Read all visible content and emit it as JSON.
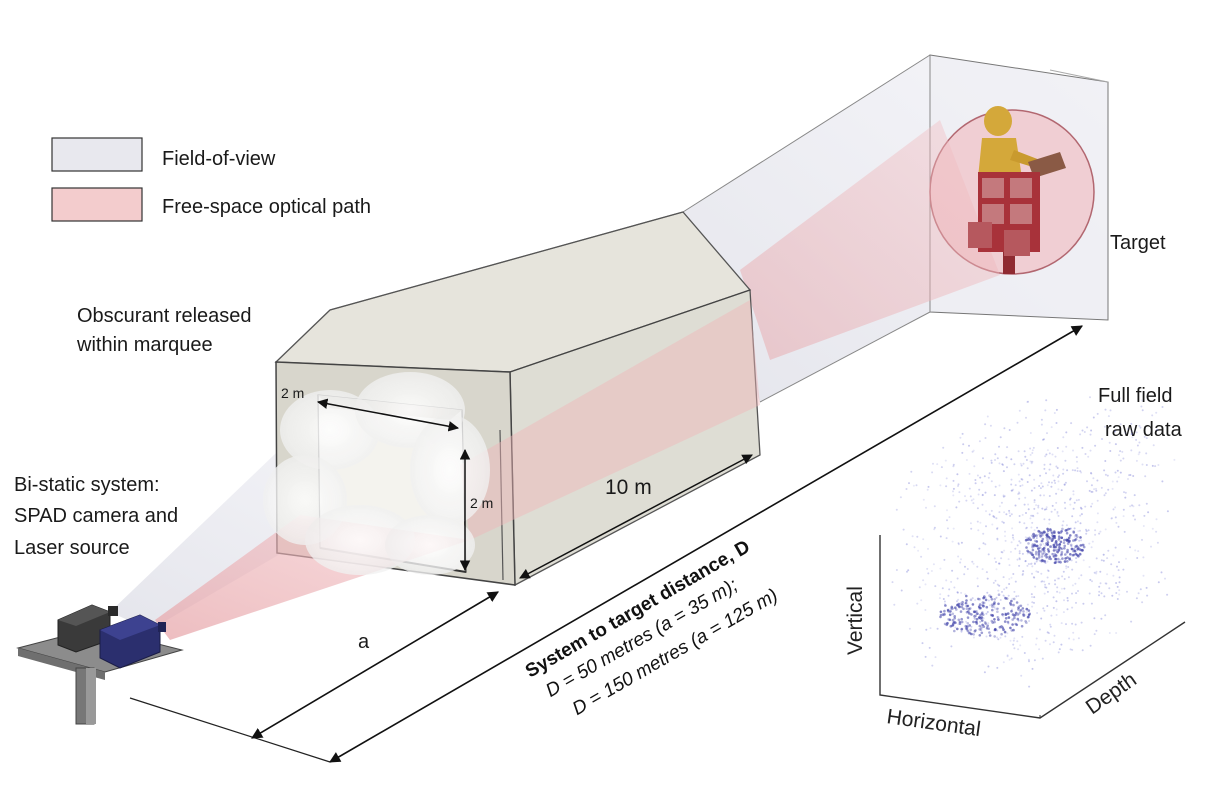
{
  "legend": {
    "fov_label": "Field-of-view",
    "optical_label": "Free-space optical path",
    "fov_color": "#e8e8ee",
    "optical_color": "#f3cccd"
  },
  "labels": {
    "obscurant_line1": "Obscurant released",
    "obscurant_line2": "within marquee",
    "target": "Target",
    "full_field_line1": "Full field",
    "full_field_line2": "raw data",
    "bistatic_line1": "Bi-static system:",
    "bistatic_line2": "SPAD camera and",
    "bistatic_line3": "Laser source",
    "width_2m": "2 m",
    "height_2m": "2 m",
    "length_10m": "10 m",
    "a_label": "a"
  },
  "distance": {
    "title": "System to target distance, D",
    "line1": "D = 50 metres (a = 35 m);",
    "line2": "D = 150 metres (a = 125 m)"
  },
  "plot_axes": {
    "vertical": "Vertical",
    "horizontal": "Horizontal",
    "depth": "Depth"
  },
  "colors": {
    "marquee": "#dddbd2",
    "camera": "#3a3a3a",
    "laser": "#2b2f6e",
    "figure": "#d4a83a",
    "target_board": "#a8323a",
    "point_cloud": "#6b6fd0"
  }
}
